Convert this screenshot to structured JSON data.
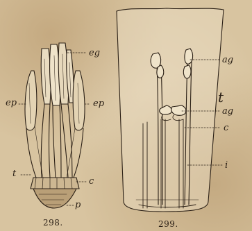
{
  "figures": [
    {
      "number": "298.",
      "labels": {
        "eg": "eg",
        "ep_left": "ep",
        "ep_right": "ep",
        "t": "t",
        "c": "c",
        "p": "p"
      }
    },
    {
      "number": "299.",
      "labels": {
        "ag_top": "ag",
        "t": "t",
        "ag_mid": "ag",
        "c": "c",
        "i": "i"
      }
    }
  ]
}
